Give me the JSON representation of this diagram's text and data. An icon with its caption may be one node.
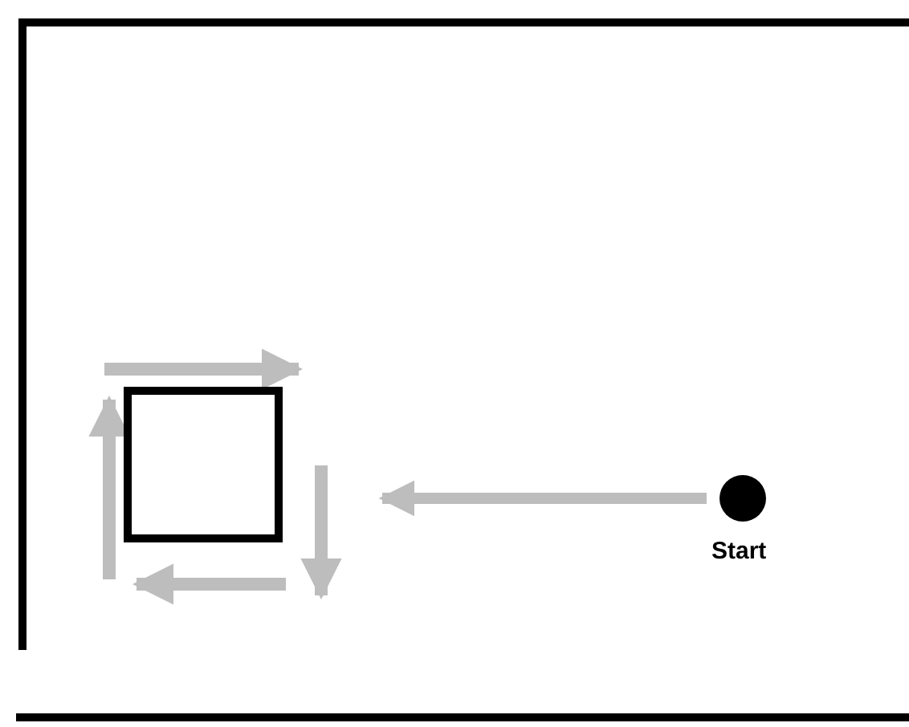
{
  "diagram": {
    "nodes": [
      {
        "text": [],
        "shape": "box"
      },
      {
        "text": [],
        "shape": "circle",
        "beside": [
          "Start"
        ]
      }
    ],
    "edges": [
      {
        "from": 1,
        "to": 0,
        "arrow": "to",
        "color": "#bdbdbd"
      }
    ]
  }
}
